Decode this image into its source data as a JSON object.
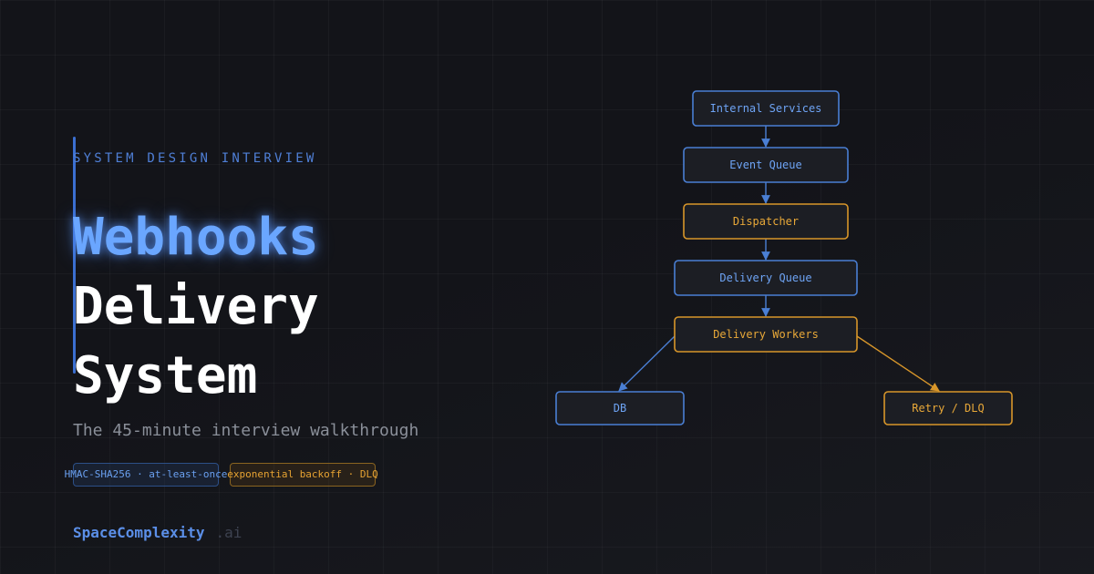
{
  "hero": {
    "eyebrow": "SYSTEM DESIGN INTERVIEW",
    "title_line1": "Webhooks",
    "title_line2": "Delivery",
    "title_line3": "System",
    "subtitle": "The 45-minute interview walkthrough"
  },
  "tags": [
    {
      "label": "HMAC-SHA256 · at-least-once",
      "color": "#6aa0f0"
    },
    {
      "label": "exponential backoff · DLQ",
      "color": "#e6a232"
    }
  ],
  "brand": {
    "name": "SpaceComplexity",
    "tld": ".ai"
  },
  "diagram": {
    "colors": {
      "blue": "#4a7fd4",
      "orange": "#d8962a"
    },
    "nodes": [
      {
        "id": "internal-services",
        "label": "Internal Services",
        "color": "blue"
      },
      {
        "id": "event-queue",
        "label": "Event Queue",
        "color": "blue"
      },
      {
        "id": "dispatcher",
        "label": "Dispatcher",
        "color": "orange"
      },
      {
        "id": "delivery-queue",
        "label": "Delivery Queue",
        "color": "blue"
      },
      {
        "id": "delivery-workers",
        "label": "Delivery Workers",
        "color": "orange"
      },
      {
        "id": "db",
        "label": "DB",
        "color": "blue"
      },
      {
        "id": "retry-dlq",
        "label": "Retry / DLQ",
        "color": "orange"
      }
    ],
    "edges": [
      {
        "from": "internal-services",
        "to": "event-queue"
      },
      {
        "from": "event-queue",
        "to": "dispatcher"
      },
      {
        "from": "dispatcher",
        "to": "delivery-queue"
      },
      {
        "from": "delivery-queue",
        "to": "delivery-workers"
      },
      {
        "from": "delivery-workers",
        "to": "db"
      },
      {
        "from": "delivery-workers",
        "to": "retry-dlq"
      }
    ]
  }
}
